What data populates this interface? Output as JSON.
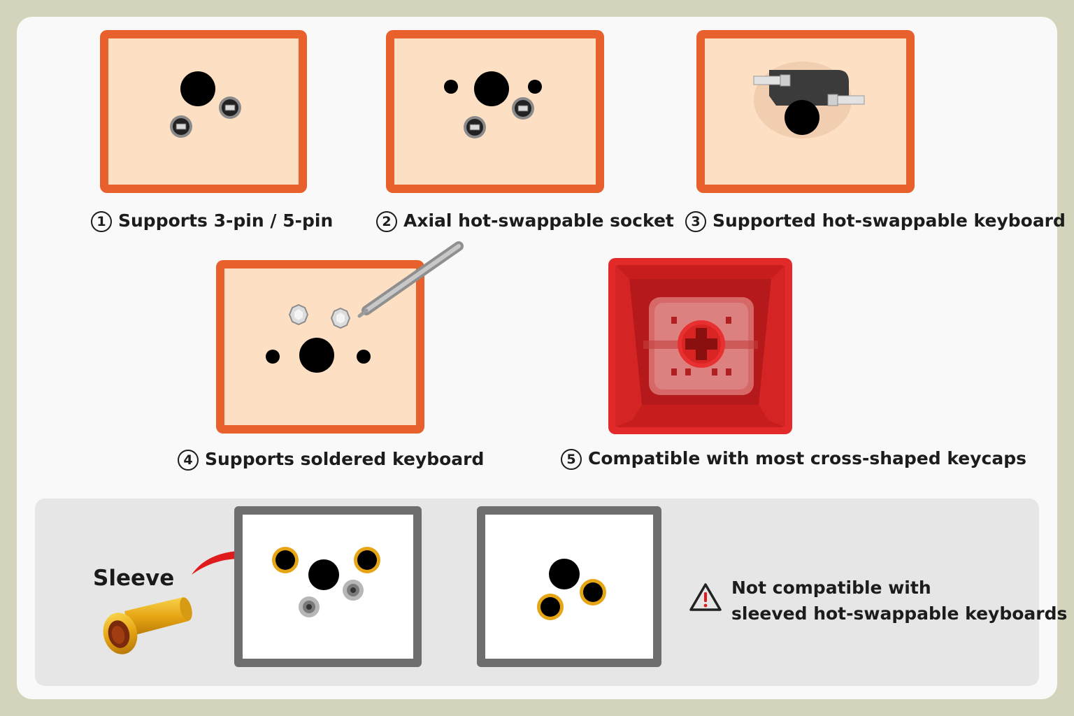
{
  "captions": {
    "c1": {
      "num": "1",
      "text": "Supports 3-pin / 5-pin"
    },
    "c2": {
      "num": "2",
      "text": "Axial hot-swappable socket"
    },
    "c3": {
      "num": "3",
      "text": "Supported hot-swappable keyboard"
    },
    "c4": {
      "num": "4",
      "text": "Supports soldered keyboard"
    },
    "c5": {
      "num": "5",
      "text": "Compatible with most cross-shaped keycaps"
    }
  },
  "sleeve": {
    "label": "Sleeve"
  },
  "warning": {
    "line1": "Not compatible with",
    "line2": "sleeved hot-swappable keyboards",
    "icon": "warning-triangle-icon"
  },
  "colors": {
    "tile_border": "#e8602b",
    "tile_fill": "#fde0c4",
    "keycap_red": "#e32a2a",
    "sleeve_gold": "#e6a514",
    "gray_border": "#6e6e6e"
  }
}
